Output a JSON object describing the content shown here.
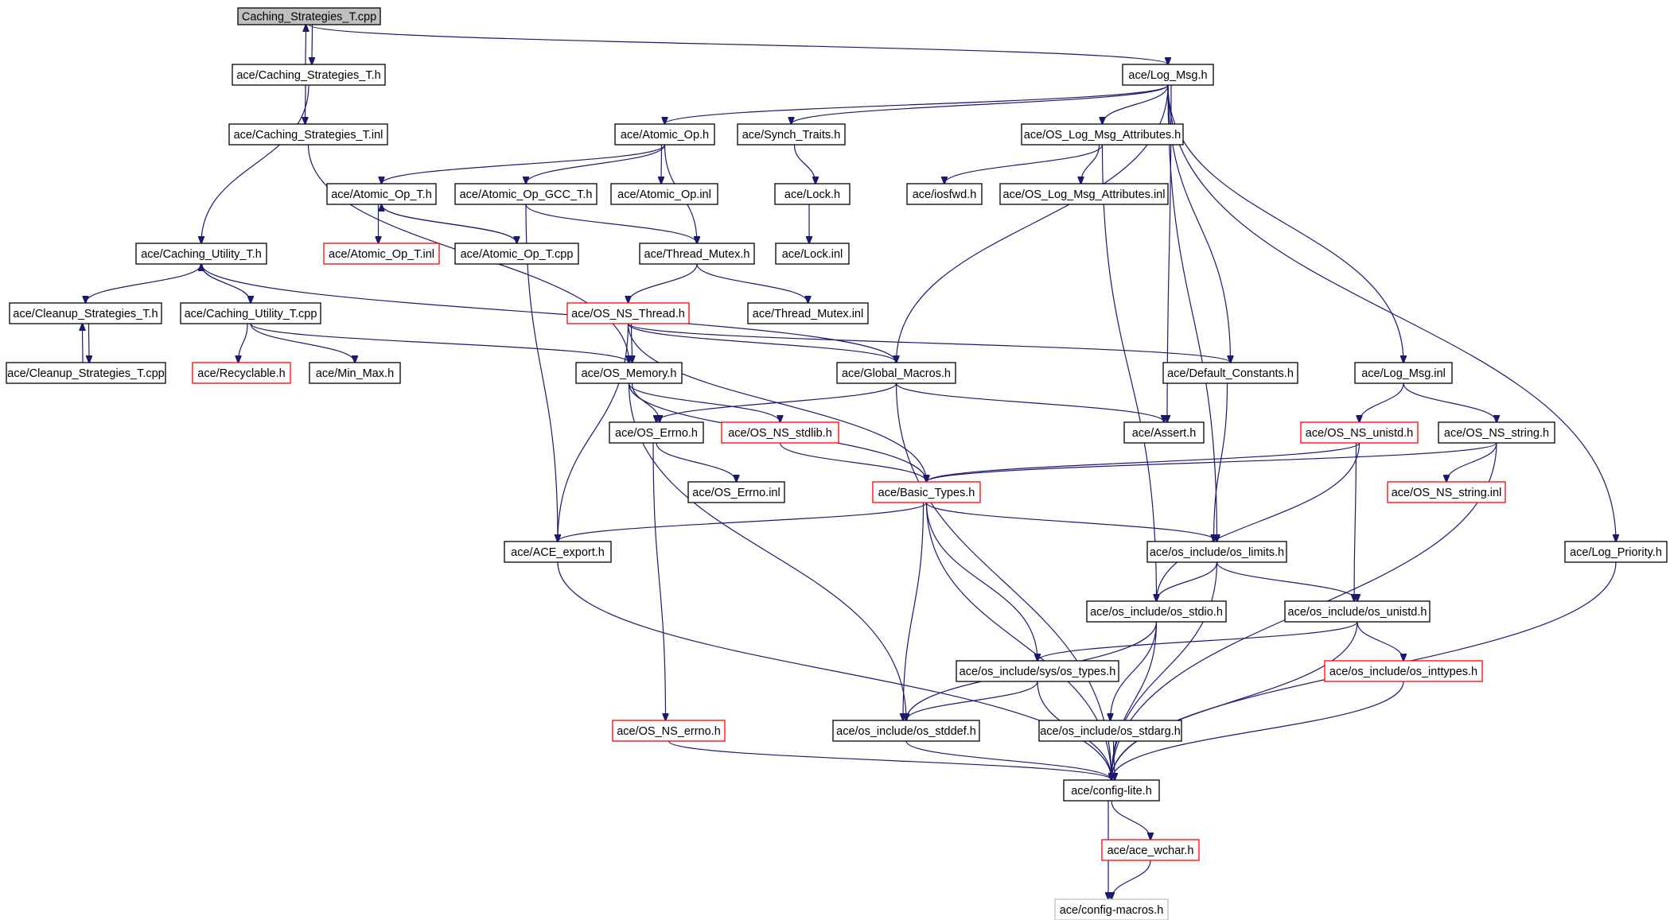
{
  "colors": {
    "edge": "#191970",
    "normal_border": "#000000",
    "truncated_border": "#ff0000",
    "external_border": "#bfbfbf",
    "root_fill": "#bfbfbf"
  },
  "nodes": [
    {
      "id": "root",
      "label": "Caching_Strategies_T.cpp",
      "kind": "root"
    },
    {
      "id": "cst_h",
      "label": "ace/Caching_Strategies_T.h",
      "kind": "normal"
    },
    {
      "id": "logmsg_h",
      "label": "ace/Log_Msg.h",
      "kind": "normal"
    },
    {
      "id": "cst_inl",
      "label": "ace/Caching_Strategies_T.inl",
      "kind": "normal"
    },
    {
      "id": "atomic_op_h",
      "label": "ace/Atomic_Op.h",
      "kind": "normal"
    },
    {
      "id": "synch_traits_h",
      "label": "ace/Synch_Traits.h",
      "kind": "normal"
    },
    {
      "id": "os_log_attr_h",
      "label": "ace/OS_Log_Msg_Attributes.h",
      "kind": "normal"
    },
    {
      "id": "atomic_op_t_h",
      "label": "ace/Atomic_Op_T.h",
      "kind": "normal"
    },
    {
      "id": "atomic_op_gcc_t_h",
      "label": "ace/Atomic_Op_GCC_T.h",
      "kind": "normal"
    },
    {
      "id": "atomic_op_inl",
      "label": "ace/Atomic_Op.inl",
      "kind": "normal"
    },
    {
      "id": "lock_h",
      "label": "ace/Lock.h",
      "kind": "normal"
    },
    {
      "id": "iosfwd_h",
      "label": "ace/iosfwd.h",
      "kind": "normal"
    },
    {
      "id": "os_log_attr_inl",
      "label": "ace/OS_Log_Msg_Attributes.inl",
      "kind": "normal"
    },
    {
      "id": "caching_utility_t_h",
      "label": "ace/Caching_Utility_T.h",
      "kind": "normal"
    },
    {
      "id": "atomic_op_t_inl",
      "label": "ace/Atomic_Op_T.inl",
      "kind": "truncated"
    },
    {
      "id": "atomic_op_t_cpp",
      "label": "ace/Atomic_Op_T.cpp",
      "kind": "normal"
    },
    {
      "id": "thread_mutex_h",
      "label": "ace/Thread_Mutex.h",
      "kind": "normal"
    },
    {
      "id": "lock_inl",
      "label": "ace/Lock.inl",
      "kind": "normal"
    },
    {
      "id": "cleanup_t_h",
      "label": "ace/Cleanup_Strategies_T.h",
      "kind": "normal"
    },
    {
      "id": "caching_utility_t_cpp",
      "label": "ace/Caching_Utility_T.cpp",
      "kind": "normal"
    },
    {
      "id": "os_ns_thread_h",
      "label": "ace/OS_NS_Thread.h",
      "kind": "truncated"
    },
    {
      "id": "thread_mutex_inl",
      "label": "ace/Thread_Mutex.inl",
      "kind": "normal"
    },
    {
      "id": "cleanup_t_cpp",
      "label": "ace/Cleanup_Strategies_T.cpp",
      "kind": "normal"
    },
    {
      "id": "recyclable_h",
      "label": "ace/Recyclable.h",
      "kind": "truncated"
    },
    {
      "id": "min_max_h",
      "label": "ace/Min_Max.h",
      "kind": "normal"
    },
    {
      "id": "os_memory_h",
      "label": "ace/OS_Memory.h",
      "kind": "normal"
    },
    {
      "id": "global_macros_h",
      "label": "ace/Global_Macros.h",
      "kind": "normal"
    },
    {
      "id": "default_constants_h",
      "label": "ace/Default_Constants.h",
      "kind": "normal"
    },
    {
      "id": "logmsg_inl",
      "label": "ace/Log_Msg.inl",
      "kind": "normal"
    },
    {
      "id": "os_errno_h",
      "label": "ace/OS_Errno.h",
      "kind": "normal"
    },
    {
      "id": "os_ns_stdlib_h",
      "label": "ace/OS_NS_stdlib.h",
      "kind": "truncated"
    },
    {
      "id": "assert_h",
      "label": "ace/Assert.h",
      "kind": "normal"
    },
    {
      "id": "os_ns_unistd_h",
      "label": "ace/OS_NS_unistd.h",
      "kind": "truncated"
    },
    {
      "id": "os_ns_string_h",
      "label": "ace/OS_NS_string.h",
      "kind": "normal"
    },
    {
      "id": "os_errno_inl",
      "label": "ace/OS_Errno.inl",
      "kind": "normal"
    },
    {
      "id": "basic_types_h",
      "label": "ace/Basic_Types.h",
      "kind": "truncated"
    },
    {
      "id": "os_ns_string_inl",
      "label": "ace/OS_NS_string.inl",
      "kind": "truncated"
    },
    {
      "id": "ace_export_h",
      "label": "ace/ACE_export.h",
      "kind": "normal"
    },
    {
      "id": "os_limits_h",
      "label": "ace/os_include/os_limits.h",
      "kind": "normal"
    },
    {
      "id": "log_priority_h",
      "label": "ace/Log_Priority.h",
      "kind": "normal"
    },
    {
      "id": "os_stdio_h",
      "label": "ace/os_include/os_stdio.h",
      "kind": "normal"
    },
    {
      "id": "os_unistd_h",
      "label": "ace/os_include/os_unistd.h",
      "kind": "normal"
    },
    {
      "id": "os_types_h",
      "label": "ace/os_include/sys/os_types.h",
      "kind": "normal"
    },
    {
      "id": "os_inttypes_h",
      "label": "ace/os_include/os_inttypes.h",
      "kind": "truncated"
    },
    {
      "id": "os_ns_errno_h",
      "label": "ace/OS_NS_errno.h",
      "kind": "truncated"
    },
    {
      "id": "os_stddef_h",
      "label": "ace/os_include/os_stddef.h",
      "kind": "normal"
    },
    {
      "id": "os_stdarg_h",
      "label": "ace/os_include/os_stdarg.h",
      "kind": "normal"
    },
    {
      "id": "config_lite_h",
      "label": "ace/config-lite.h",
      "kind": "normal"
    },
    {
      "id": "ace_wchar_h",
      "label": "ace/ace_wchar.h",
      "kind": "truncated"
    },
    {
      "id": "config_macros_h",
      "label": "ace/config-macros.h",
      "kind": "external"
    }
  ],
  "edges": [
    [
      "root",
      "cst_h"
    ],
    [
      "root",
      "logmsg_h"
    ],
    [
      "cst_h",
      "root"
    ],
    [
      "cst_h",
      "cst_inl"
    ],
    [
      "cst_h",
      "caching_utility_t_h"
    ],
    [
      "cst_inl",
      "os_memory_h"
    ],
    [
      "logmsg_h",
      "atomic_op_h"
    ],
    [
      "logmsg_h",
      "synch_traits_h"
    ],
    [
      "logmsg_h",
      "os_log_attr_h"
    ],
    [
      "logmsg_h",
      "global_macros_h"
    ],
    [
      "logmsg_h",
      "assert_h"
    ],
    [
      "logmsg_h",
      "default_constants_h"
    ],
    [
      "logmsg_h",
      "os_limits_h"
    ],
    [
      "logmsg_h",
      "logmsg_inl"
    ],
    [
      "logmsg_h",
      "log_priority_h"
    ],
    [
      "atomic_op_h",
      "atomic_op_t_h"
    ],
    [
      "atomic_op_h",
      "atomic_op_gcc_t_h"
    ],
    [
      "atomic_op_h",
      "atomic_op_inl"
    ],
    [
      "atomic_op_h",
      "thread_mutex_h"
    ],
    [
      "synch_traits_h",
      "lock_h"
    ],
    [
      "lock_h",
      "lock_inl"
    ],
    [
      "os_log_attr_h",
      "iosfwd_h"
    ],
    [
      "os_log_attr_h",
      "os_log_attr_inl"
    ],
    [
      "os_log_attr_h",
      "os_stdio_h"
    ],
    [
      "atomic_op_t_h",
      "atomic_op_t_inl"
    ],
    [
      "atomic_op_t_h",
      "atomic_op_t_cpp"
    ],
    [
      "atomic_op_t_cpp",
      "atomic_op_t_h"
    ],
    [
      "atomic_op_gcc_t_h",
      "thread_mutex_h"
    ],
    [
      "atomic_op_gcc_t_h",
      "ace_export_h"
    ],
    [
      "thread_mutex_h",
      "os_ns_thread_h"
    ],
    [
      "thread_mutex_h",
      "thread_mutex_inl"
    ],
    [
      "caching_utility_t_h",
      "cleanup_t_h"
    ],
    [
      "caching_utility_t_h",
      "caching_utility_t_cpp"
    ],
    [
      "caching_utility_t_cpp",
      "caching_utility_t_h"
    ],
    [
      "caching_utility_t_h",
      "global_macros_h"
    ],
    [
      "cleanup_t_h",
      "cleanup_t_cpp"
    ],
    [
      "cleanup_t_cpp",
      "cleanup_t_h"
    ],
    [
      "caching_utility_t_cpp",
      "recyclable_h"
    ],
    [
      "caching_utility_t_cpp",
      "min_max_h"
    ],
    [
      "caching_utility_t_cpp",
      "os_memory_h"
    ],
    [
      "os_ns_thread_h",
      "os_memory_h"
    ],
    [
      "os_ns_thread_h",
      "global_macros_h"
    ],
    [
      "os_ns_thread_h",
      "default_constants_h"
    ],
    [
      "os_ns_thread_h",
      "ace_export_h"
    ],
    [
      "os_ns_thread_h",
      "basic_types_h"
    ],
    [
      "os_memory_h",
      "os_errno_h"
    ],
    [
      "os_memory_h",
      "os_ns_stdlib_h"
    ],
    [
      "os_memory_h",
      "basic_types_h"
    ],
    [
      "os_memory_h",
      "os_stddef_h"
    ],
    [
      "global_macros_h",
      "os_errno_h"
    ],
    [
      "global_macros_h",
      "assert_h"
    ],
    [
      "global_macros_h",
      "config_lite_h"
    ],
    [
      "default_constants_h",
      "os_limits_h"
    ],
    [
      "logmsg_inl",
      "os_ns_unistd_h"
    ],
    [
      "logmsg_inl",
      "os_ns_string_h"
    ],
    [
      "os_errno_h",
      "os_errno_inl"
    ],
    [
      "os_errno_h",
      "os_ns_errno_h"
    ],
    [
      "os_ns_stdlib_h",
      "basic_types_h"
    ],
    [
      "os_ns_unistd_h",
      "basic_types_h"
    ],
    [
      "os_ns_unistd_h",
      "os_stdio_h"
    ],
    [
      "os_ns_unistd_h",
      "os_unistd_h"
    ],
    [
      "os_ns_string_h",
      "basic_types_h"
    ],
    [
      "os_ns_string_h",
      "os_ns_string_inl"
    ],
    [
      "os_ns_string_h",
      "config_lite_h"
    ],
    [
      "basic_types_h",
      "ace_export_h"
    ],
    [
      "basic_types_h",
      "os_limits_h"
    ],
    [
      "basic_types_h",
      "os_types_h"
    ],
    [
      "basic_types_h",
      "os_stddef_h"
    ],
    [
      "basic_types_h",
      "config_lite_h"
    ],
    [
      "ace_export_h",
      "config_lite_h"
    ],
    [
      "os_limits_h",
      "os_stdio_h"
    ],
    [
      "os_limits_h",
      "os_unistd_h"
    ],
    [
      "os_limits_h",
      "config_lite_h"
    ],
    [
      "log_priority_h",
      "config_lite_h"
    ],
    [
      "os_stdio_h",
      "os_stddef_h"
    ],
    [
      "os_stdio_h",
      "os_stdarg_h"
    ],
    [
      "os_stdio_h",
      "config_lite_h"
    ],
    [
      "os_unistd_h",
      "os_types_h"
    ],
    [
      "os_unistd_h",
      "os_inttypes_h"
    ],
    [
      "os_unistd_h",
      "config_lite_h"
    ],
    [
      "os_types_h",
      "os_stddef_h"
    ],
    [
      "os_types_h",
      "config_lite_h"
    ],
    [
      "os_inttypes_h",
      "config_lite_h"
    ],
    [
      "os_ns_errno_h",
      "config_lite_h"
    ],
    [
      "os_stddef_h",
      "config_lite_h"
    ],
    [
      "os_stdarg_h",
      "config_lite_h"
    ],
    [
      "config_lite_h",
      "ace_wchar_h"
    ],
    [
      "config_lite_h",
      "config_macros_h"
    ],
    [
      "ace_wchar_h",
      "config_macros_h"
    ]
  ]
}
